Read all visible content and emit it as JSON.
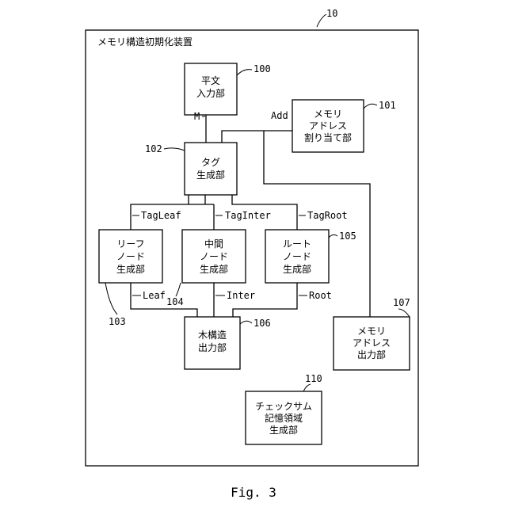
{
  "figure_number": "10",
  "device_title": "メモリ構造初期化装置",
  "caption": "Fig. 3",
  "blocks": {
    "plaintext_input": {
      "ref": "100",
      "lines": [
        "平文",
        "入力部"
      ]
    },
    "memory_address_alloc": {
      "ref": "101",
      "lines": [
        "メモリ",
        "アドレス",
        "割り当て部"
      ]
    },
    "tag_generator": {
      "ref": "102",
      "lines": [
        "タグ",
        "生成部"
      ]
    },
    "leaf_node_gen": {
      "ref": "103",
      "lines": [
        "リーフ",
        "ノード",
        "生成部"
      ]
    },
    "inter_node_gen": {
      "ref": "104",
      "lines": [
        "中間",
        "ノード",
        "生成部"
      ]
    },
    "root_node_gen": {
      "ref": "105",
      "lines": [
        "ルート",
        "ノード",
        "生成部"
      ]
    },
    "tree_output": {
      "ref": "106",
      "lines": [
        "木構造",
        "出力部"
      ]
    },
    "memory_address_output": {
      "ref": "107",
      "lines": [
        "メモリ",
        "アドレス",
        "出力部"
      ]
    },
    "checksum_region": {
      "ref": "110",
      "lines": [
        "チェックサム",
        "記憶領域",
        "生成部"
      ]
    }
  },
  "signals": {
    "m": "M",
    "add": "Add",
    "tag_leaf": "TagLeaf",
    "tag_inter": "TagInter",
    "tag_root": "TagRoot",
    "leaf": "Leaf",
    "inter": "Inter",
    "root": "Root"
  }
}
